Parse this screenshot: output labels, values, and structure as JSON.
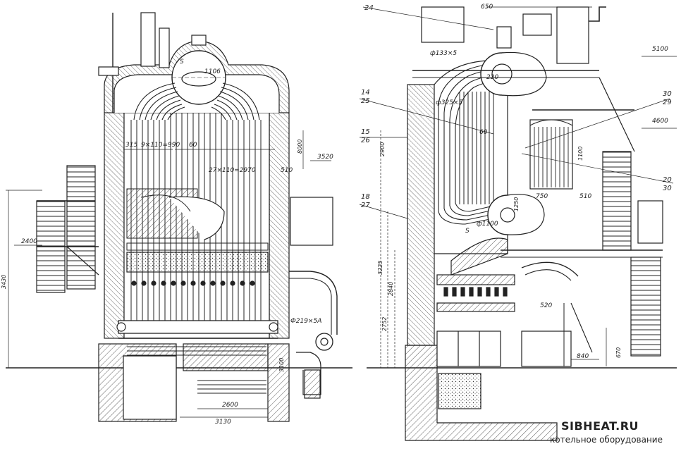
{
  "dimensions_left": {
    "top_315": "315",
    "spacing_left": "9×110=990",
    "d60": "60",
    "spacing_right": "27×110=2970",
    "d510": "510",
    "d1106": "1106",
    "d8000": "8000",
    "d3520": "3520",
    "d2400": "2400",
    "d3430": "3430",
    "d2600": "2600",
    "d3130": "3130",
    "d3100": "3100",
    "d219": "Ф219×5А",
    "s_mark": "S"
  },
  "dimensions_right": {
    "d650": "650",
    "d133": "ф133×5",
    "d220": "220",
    "d325": "ф325×5",
    "d60": "60",
    "d1100": "1100",
    "d750": "750",
    "d510": "510",
    "d1100b": "ф1100",
    "d1250": "1250",
    "d2900": "2900",
    "d3225": "3225",
    "d2840": "2840",
    "d2752": "2752",
    "d520": "520",
    "d840": "840",
    "d670": "670",
    "level_5100": "5100",
    "level_4600": "4600",
    "s_mark": "S"
  },
  "callouts": {
    "c24": "24",
    "c14": "14",
    "c25": "25",
    "c15": "15",
    "c26": "26",
    "c18": "18",
    "c27": "27",
    "c30": "30",
    "c29": "29",
    "c20": "20",
    "c30b": "30"
  },
  "watermark": {
    "site": "SIBHEAT.RU",
    "subtitle": "котельное оборудование"
  }
}
